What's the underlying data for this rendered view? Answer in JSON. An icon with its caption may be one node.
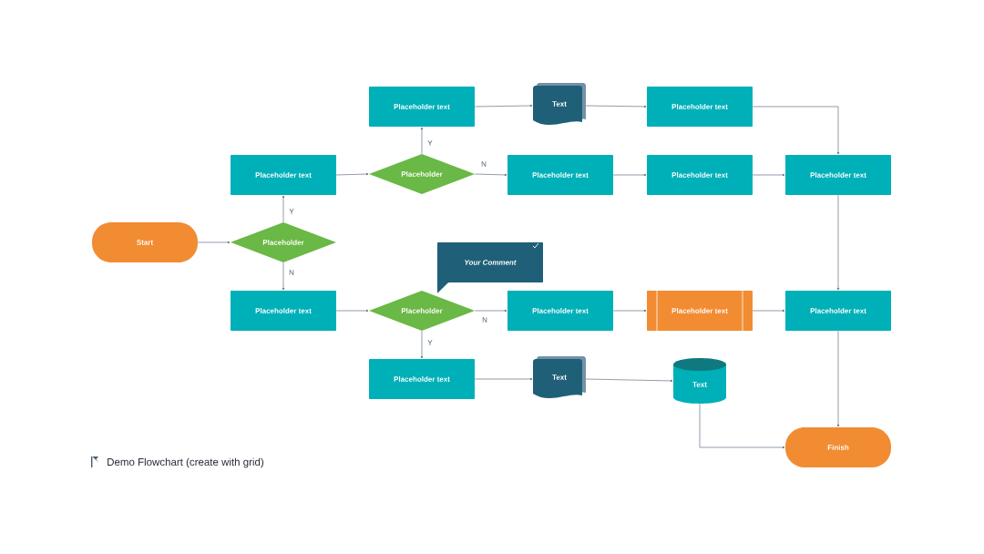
{
  "diagram": {
    "title": "Demo Flowchart (create with grid)",
    "nodes": [
      {
        "text": [
          "Start"
        ]
      },
      {
        "text": [
          "Placeholder"
        ]
      },
      {
        "text": [
          "Placeholder text"
        ]
      },
      {
        "text": [
          "Placeholder text"
        ]
      },
      {
        "text": [
          "Placeholder"
        ]
      },
      {
        "text": [
          "Placeholder text"
        ]
      },
      {
        "text": [
          "Text"
        ]
      },
      {
        "text": [
          "Placeholder text"
        ]
      },
      {
        "text": [
          "Placeholder text"
        ]
      },
      {
        "text": [
          "Placeholder text"
        ]
      },
      {
        "text": [
          "Placeholder text"
        ]
      },
      {
        "text": [
          "Your Comment"
        ]
      },
      {
        "text": [
          "Placeholder"
        ]
      },
      {
        "text": [
          "Placeholder text"
        ]
      },
      {
        "text": [
          "Placeholder text"
        ]
      },
      {
        "text": [
          "Placeholder text"
        ]
      },
      {
        "text": [
          "Placeholder text"
        ]
      },
      {
        "text": [
          "Text"
        ]
      },
      {
        "text": [
          "Text"
        ]
      },
      {
        "text": [
          "Finish"
        ]
      }
    ],
    "edges": [
      {
        "from": 0,
        "to": 1,
        "arrow": "to"
      },
      {
        "from": 1,
        "to": 2,
        "arrow": "to",
        "label": "Y"
      },
      {
        "from": 1,
        "to": 3,
        "arrow": "to",
        "label": "N"
      },
      {
        "from": 2,
        "to": 4,
        "arrow": "to"
      },
      {
        "from": 4,
        "to": 5,
        "arrow": "to",
        "label": "Y"
      },
      {
        "from": 4,
        "to": 8,
        "arrow": "to",
        "label": "N"
      },
      {
        "from": 5,
        "to": 6,
        "arrow": "to"
      },
      {
        "from": 6,
        "to": 7,
        "arrow": "to"
      },
      {
        "from": 7,
        "to": 10,
        "arrow": "to"
      },
      {
        "from": 8,
        "to": 9,
        "arrow": "to"
      },
      {
        "from": 9,
        "to": 10,
        "arrow": "to"
      },
      {
        "from": 3,
        "to": 12,
        "arrow": "to"
      },
      {
        "from": 12,
        "to": 13,
        "arrow": "to",
        "label": "N"
      },
      {
        "from": 12,
        "to": 16,
        "arrow": "to",
        "label": "Y"
      },
      {
        "from": 13,
        "to": 14,
        "arrow": "to"
      },
      {
        "from": 14,
        "to": 15,
        "arrow": "to"
      },
      {
        "from": 10,
        "to": 15,
        "arrow": "to"
      },
      {
        "from": 15,
        "to": 19,
        "arrow": "to"
      },
      {
        "from": 16,
        "to": 17,
        "arrow": "to"
      },
      {
        "from": 17,
        "to": 18,
        "arrow": "to"
      },
      {
        "from": 18,
        "to": 19,
        "arrow": "to"
      }
    ]
  }
}
